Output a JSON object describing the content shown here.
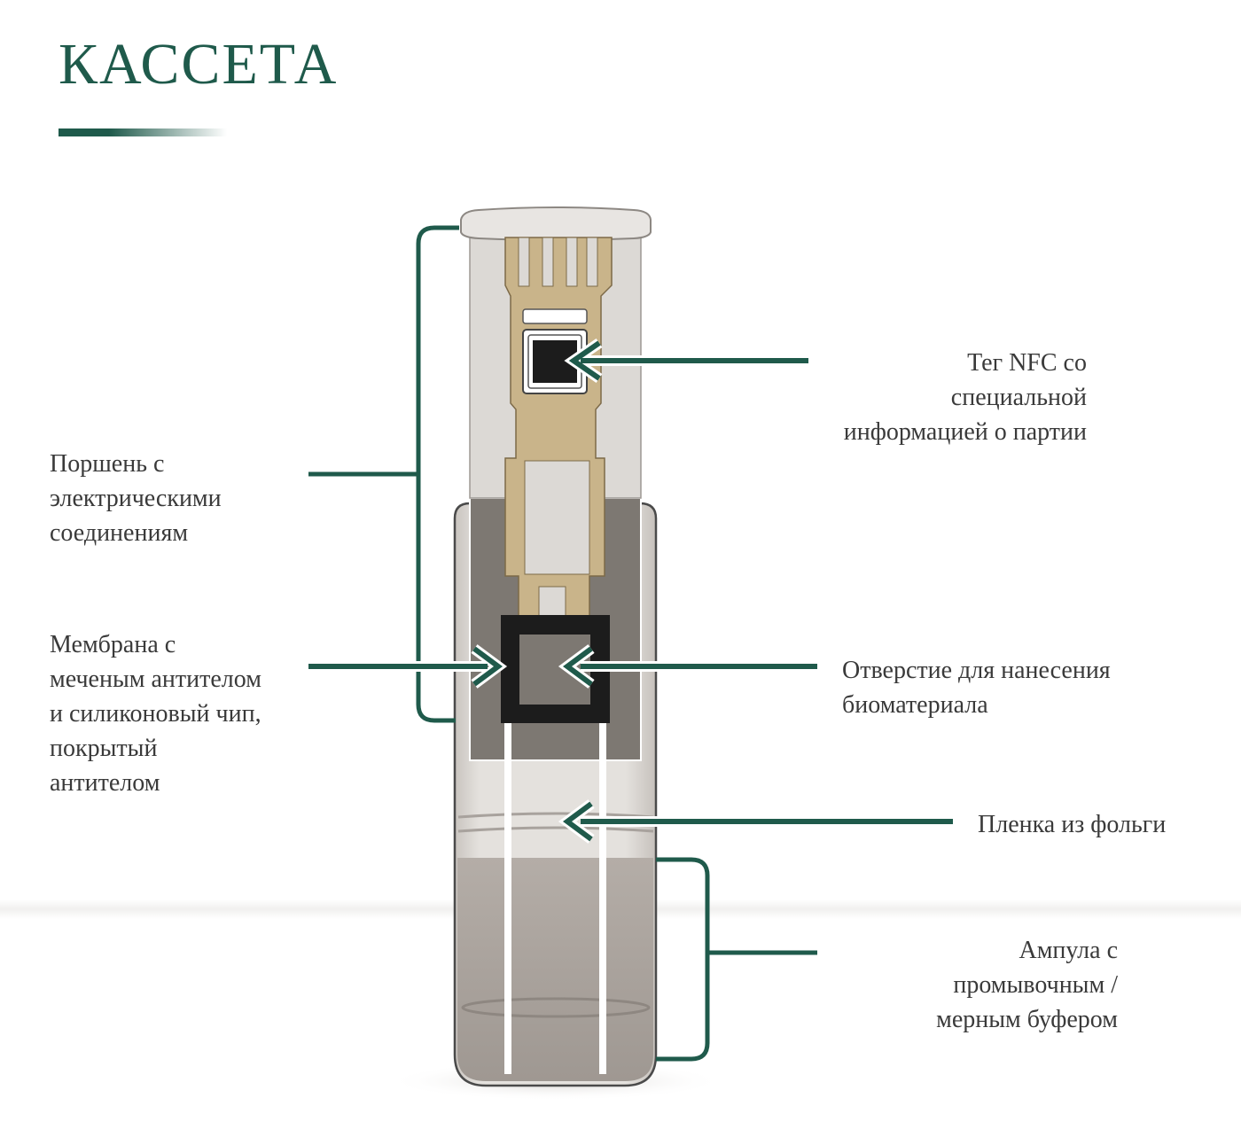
{
  "title": "КАССЕТА",
  "colors": {
    "accent": "#1f5a4b",
    "text": "#3a3a3a",
    "gold": "#c9b48a",
    "dark_window": "#7d7872",
    "plunger": "#dcd9d5",
    "chip": "#1c1c1c"
  },
  "labels": {
    "piston": "Поршень с\nэлектрическими\nсоединениям",
    "nfc": "Тег NFC со\nспециальной\nинформацией о партии",
    "membrane": "Мембрана с\nмеченым антителом\nи силиконовый чип,\nпокрытый\nантителом",
    "opening": "Отверстие для нанесения\nбиоматериала",
    "foil": "Пленка из фольги",
    "ampoule": "Ампула с\nпромывочным /\nмерным буфером"
  }
}
